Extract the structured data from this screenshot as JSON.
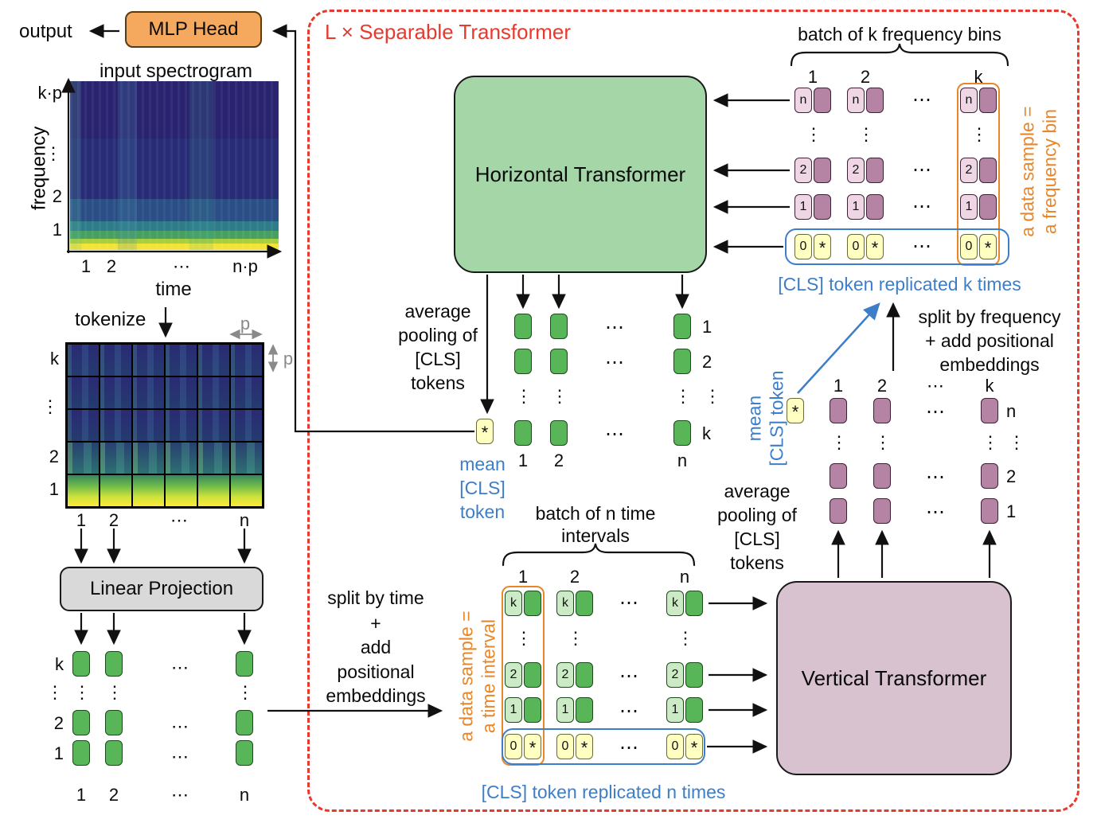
{
  "colors": {
    "red_dashed": "#e8392e",
    "blue_accent": "#3d7ec9",
    "orange_accent": "#e8872a",
    "horizontal_transformer_fill": "#a5d6a7",
    "vertical_transformer_fill": "#d8c2cf",
    "mlp_head_fill": "#f5a95f",
    "linear_projection_fill": "#d9d9d9",
    "token_green": "#58b558",
    "token_purple": "#b583a3",
    "token_yellow": "#ffffc2"
  },
  "glyphs": {
    "hdots": "⋯",
    "vdots": "⋮",
    "star": "*"
  },
  "left": {
    "output": "output",
    "mlp_head": "MLP Head",
    "spectrogram_title": "input spectrogram",
    "freq_label": "frequency",
    "yticks": {
      "top": "k·p",
      "mid": "⋮",
      "two": "2",
      "one": "1"
    },
    "xticks": {
      "one": "1",
      "two": "2",
      "dots": "⋯",
      "last": "n·p"
    },
    "time_label": "time",
    "tokenize": "tokenize",
    "p": "p",
    "patch_rows": {
      "k": "k",
      "dots": "⋮",
      "two": "2",
      "one": "1"
    },
    "patch_cols": {
      "one": "1",
      "two": "2",
      "dots": "⋯",
      "n": "n"
    },
    "linear_projection": "Linear Projection",
    "emb_rows": {
      "k": "k",
      "dots": "⋮",
      "two": "2",
      "one": "1"
    },
    "emb_cols": {
      "one": "1",
      "two": "2",
      "dots": "⋯",
      "n": "n"
    }
  },
  "container": {
    "title": "L × Separable Transformer"
  },
  "horizontal_transformer": {
    "label": "Horizontal Transformer"
  },
  "vertical_transformer": {
    "label": "Vertical Transformer"
  },
  "freq_batch": {
    "title": "batch of k frequency bins",
    "cols": {
      "one": "1",
      "two": "2",
      "k": "k"
    },
    "nums": {
      "n": "n",
      "two": "2",
      "one": "1",
      "cls": "0"
    },
    "sample_note": [
      "a data sample =",
      "a frequency bin"
    ],
    "cls_note": "[CLS] token replicated k times"
  },
  "h_out": {
    "pooling": [
      "average",
      "pooling of",
      "[CLS]",
      "tokens"
    ],
    "mean_cls": [
      "mean",
      "[CLS]",
      "token"
    ],
    "row_labels": {
      "one": "1",
      "two": "2",
      "k": "k"
    },
    "col_labels": {
      "one": "1",
      "two": "2",
      "n": "n"
    }
  },
  "split_freq": [
    "split by frequency",
    "+ add positional",
    "embeddings"
  ],
  "v_out": {
    "mean_cls": [
      "mean",
      "[CLS] token"
    ],
    "pooling": [
      "average",
      "pooling of",
      "[CLS]",
      "tokens"
    ],
    "cols": {
      "one": "1",
      "two": "2",
      "k": "k"
    },
    "rows": {
      "n": "n",
      "two": "2",
      "one": "1"
    }
  },
  "time_batch": {
    "title": [
      "batch of n time",
      "intervals"
    ],
    "cols": {
      "one": "1",
      "two": "2",
      "n": "n"
    },
    "nums": {
      "k": "k",
      "two": "2",
      "one": "1",
      "cls": "0"
    },
    "sample_note": [
      "a data sample =",
      "a time interval"
    ],
    "cls_note": "[CLS] token replicated n times"
  },
  "split_time": [
    "split by time",
    "+",
    "add",
    "positional",
    "embeddings"
  ]
}
